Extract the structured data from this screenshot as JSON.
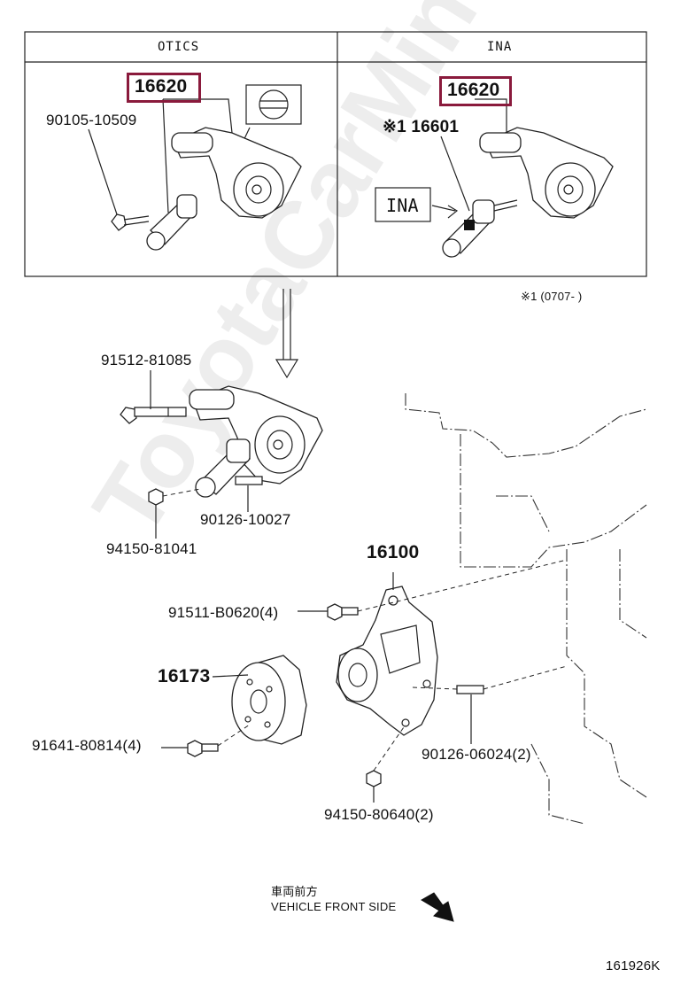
{
  "table": {
    "header_left": "OTICS",
    "header_right": "INA"
  },
  "otics": {
    "part_highlight": "16620",
    "bolt": "90105-10509"
  },
  "ina": {
    "part_highlight": "16620",
    "note_part": "※1 16601",
    "ina_label": "INA"
  },
  "footnote": "※1 (0707-      )",
  "labels": {
    "bolt_top": "91512-81085",
    "stud_mid": "90126-10027",
    "nut_mid": "94150-81041",
    "water_pump": "16100",
    "pump_bolt": "91511-B0620(4)",
    "pulley": "16173",
    "pulley_bolt": "91641-80814(4)",
    "pump_stud": "90126-06024(2)",
    "pump_nut": "94150-80640(2)"
  },
  "direction": {
    "jp": "車両前方",
    "en": "VEHICLE FRONT SIDE"
  },
  "diagram_code": "161926K",
  "watermark": "ToyotaCarMine.ru",
  "colors": {
    "highlight": "#8a1a3c",
    "line": "#222222"
  }
}
